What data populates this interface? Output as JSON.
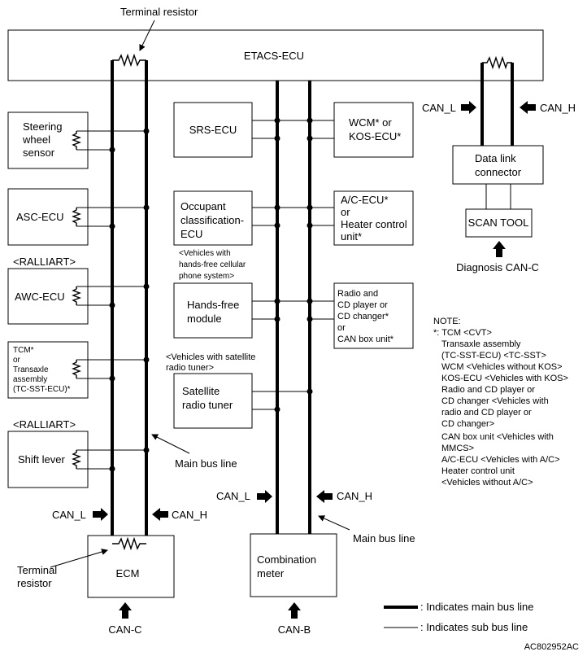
{
  "diagram": {
    "etacs_label": "ETACS-ECU",
    "terminal_resistor_top": "Terminal resistor",
    "terminal_resistor_bottom": [
      "Terminal",
      "resistor"
    ],
    "left_column": {
      "steering": [
        "Steering",
        "wheel",
        "sensor"
      ],
      "asc": "ASC-ECU",
      "ralliart_1": "<RALLIART>",
      "awc": "AWC-ECU",
      "tcm": [
        "TCM*",
        "or",
        "Transaxle",
        "assembly",
        "(TC-SST-ECU)*"
      ],
      "ralliart_2": "<RALLIART>",
      "shift": "Shift lever",
      "main_bus_label": "Main bus line",
      "can_l": "CAN_L",
      "can_h": "CAN_H",
      "ecm": "ECM",
      "can_c": "CAN-C"
    },
    "middle_column": {
      "srs": "SRS-ECU",
      "occupant": [
        "Occupant",
        "classification-",
        "ECU"
      ],
      "hands_free_note": [
        "<Vehicles with",
        "hands-free cellular",
        "phone system>"
      ],
      "hands_free": [
        "Hands-free",
        "module"
      ],
      "satellite_note": [
        "<Vehicles with satellite",
        "radio tuner>"
      ],
      "satellite": [
        "Satellite",
        "radio tuner"
      ],
      "can_l": "CAN_L",
      "can_h": "CAN_H",
      "main_bus_label": "Main bus line",
      "combination": [
        "Combination",
        "meter"
      ],
      "can_b": "CAN-B"
    },
    "right_devices": {
      "wcm": [
        "WCM* or",
        "KOS-ECU*"
      ],
      "ac": [
        "A/C-ECU*",
        "or",
        "Heater control",
        "unit*"
      ],
      "radio": [
        "Radio and",
        "CD player or",
        "CD changer*",
        "or",
        "CAN box unit*"
      ]
    },
    "data_link": {
      "can_l": "CAN_L",
      "can_h": "CAN_H",
      "connector": [
        "Data link",
        "connector"
      ],
      "scan_tool": "SCAN TOOL",
      "diagnosis": "Diagnosis CAN-C"
    },
    "note": [
      "NOTE:",
      "*: TCM <CVT>",
      "Transaxle assembly",
      "(TC-SST-ECU) <TC-SST>",
      "WCM <Vehicles without KOS>",
      "KOS-ECU <Vehicles with KOS>",
      "Radio and CD player or",
      "CD changer <Vehicles with",
      "radio and CD player or",
      "CD changer>",
      "CAN box unit <Vehicles with",
      "MMCS>",
      "A/C-ECU <Vehicles with A/C>",
      "Heater control unit",
      "<Vehicles without A/C>"
    ],
    "legend": {
      "main": ": Indicates  main bus line",
      "sub": ": Indicates  sub bus line"
    },
    "figure_id": "AC802952AC"
  }
}
